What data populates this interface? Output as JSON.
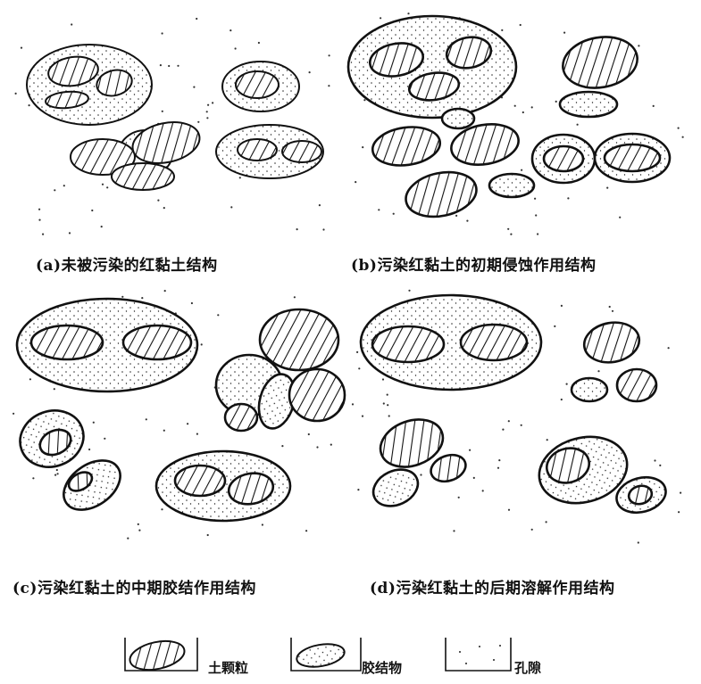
{
  "captions": {
    "a": "(a)未被污染的红黏土结构",
    "b": "(b)污染红黏土的初期侵蚀作用结构",
    "c": "(c)污染红黏土的中期胶结作用结构",
    "d": "(d)污染红黏土的后期溶解作用结构"
  },
  "legend": {
    "particle": "土颗粒",
    "cement": "胶结物",
    "pore": "孔隙"
  }
}
